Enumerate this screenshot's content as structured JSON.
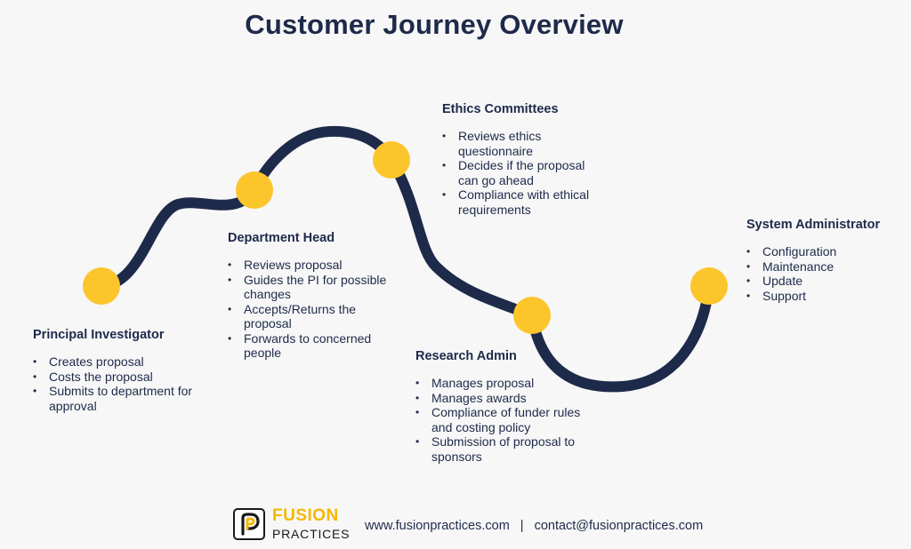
{
  "title": "Customer Journey Overview",
  "colors": {
    "path": "#1e2a4a",
    "node": "#fcc52c",
    "text": "#1e2a4a",
    "accent": "#f5b700"
  },
  "stages": [
    {
      "name": "Principal Investigator",
      "items": [
        "Creates proposal",
        "Costs the proposal",
        "Submits to department for approval"
      ]
    },
    {
      "name": "Department Head",
      "items": [
        "Reviews proposal",
        "Guides the PI for possible changes",
        "Accepts/Returns the proposal",
        "Forwards to concerned people"
      ]
    },
    {
      "name": "Ethics Committees",
      "items": [
        "Reviews ethics questionnaire",
        "Decides if the proposal can go ahead",
        "Compliance with ethical requirements"
      ]
    },
    {
      "name": "Research Admin",
      "items": [
        "Manages proposal",
        "Manages awards",
        "Compliance of funder rules and costing policy",
        "Submission of proposal to sponsors"
      ]
    },
    {
      "name": "System Administrator",
      "items": [
        "Configuration",
        "Maintenance",
        "Update",
        "Support"
      ]
    }
  ],
  "footer": {
    "logo_top": "FUSION",
    "logo_bottom": "PRACTICES",
    "website": "www.fusionpractices.com",
    "separator": "|",
    "email": "contact@fusionpractices.com",
    "logo_icon": "fusion-p-logo-icon"
  }
}
